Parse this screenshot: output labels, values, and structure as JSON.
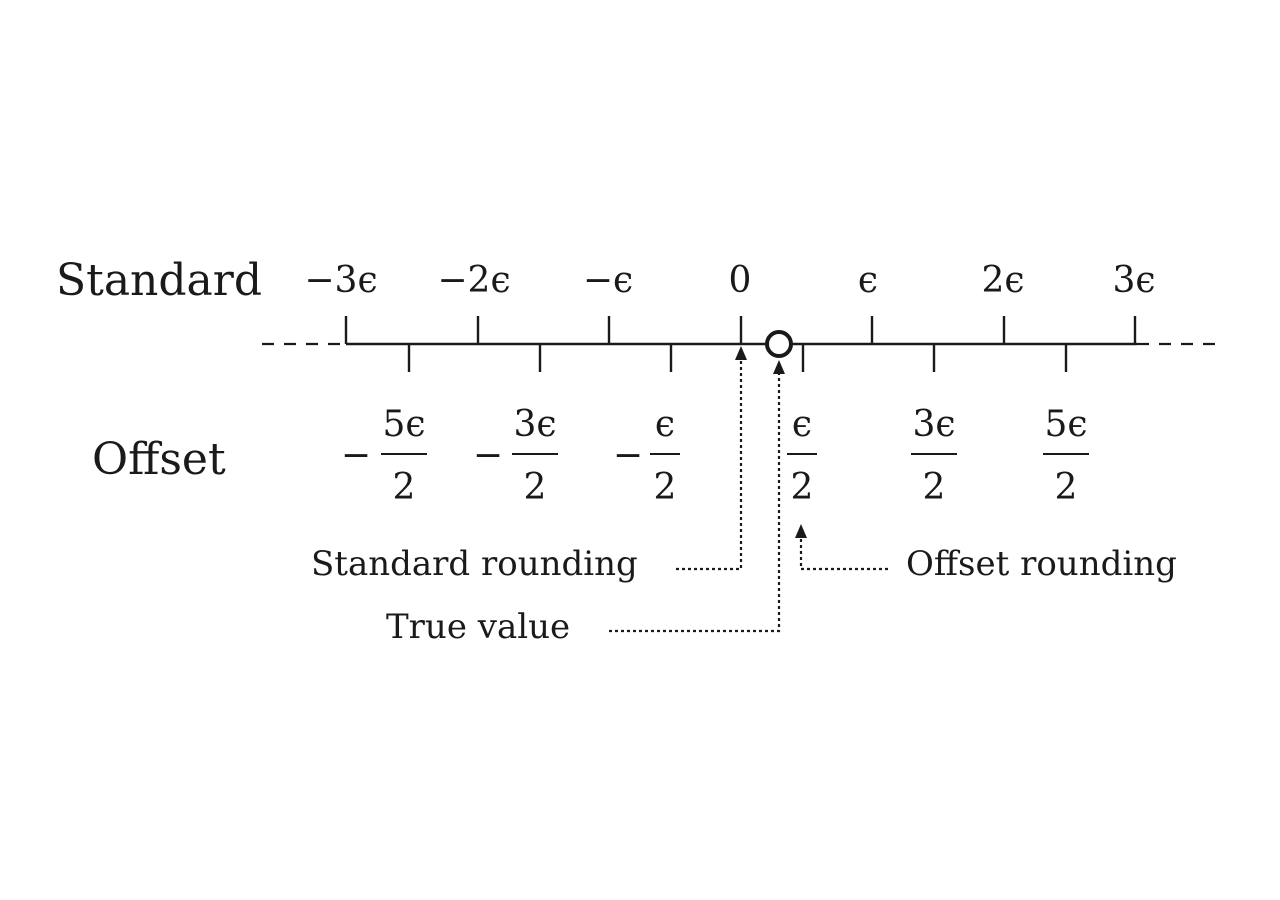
{
  "rows": {
    "standard_label": "Standard",
    "offset_label": "Offset"
  },
  "standard_ticks": [
    "−3ϵ",
    "−2ϵ",
    "−ϵ",
    "0",
    "ϵ",
    "2ϵ",
    "3ϵ"
  ],
  "offset_ticks": [
    {
      "sign": "−",
      "numerator": "5ϵ",
      "denominator": "2"
    },
    {
      "sign": "−",
      "numerator": "3ϵ",
      "denominator": "2"
    },
    {
      "sign": "−",
      "numerator": "ϵ",
      "denominator": "2"
    },
    {
      "sign": "",
      "numerator": "ϵ",
      "denominator": "2"
    },
    {
      "sign": "",
      "numerator": "3ϵ",
      "denominator": "2"
    },
    {
      "sign": "",
      "numerator": "5ϵ",
      "denominator": "2"
    }
  ],
  "annotations": {
    "standard_rounding": "Standard rounding",
    "offset_rounding": "Offset rounding",
    "true_value": "True value"
  }
}
